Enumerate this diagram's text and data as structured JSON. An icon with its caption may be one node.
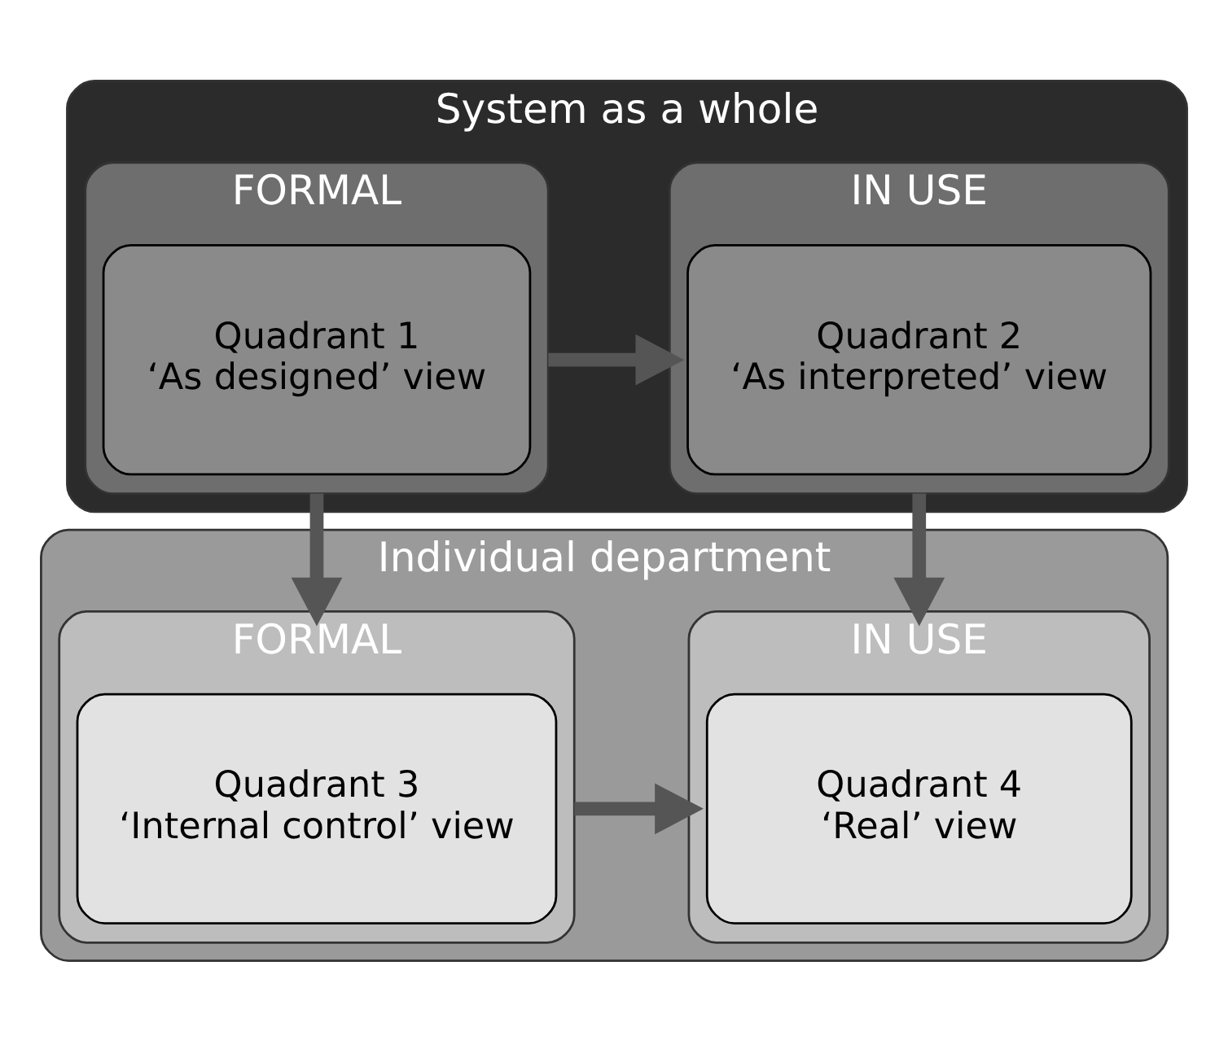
{
  "diagram": {
    "nodes": [
      {
        "text": [
          "System as a whole"
        ]
      },
      {
        "text": [
          "FORMAL"
        ],
        "in": 0
      },
      {
        "text": [
          "Quadrant 1",
          "‘As designed’ view"
        ],
        "in": 1
      },
      {
        "text": [
          "IN USE"
        ],
        "in": 0
      },
      {
        "text": [
          "Quadrant 2",
          "‘As interpreted’ view"
        ],
        "in": 3
      },
      {
        "text": [
          "Individual department"
        ]
      },
      {
        "text": [
          "FORMAL"
        ],
        "in": 5
      },
      {
        "text": [
          "Quadrant 3",
          "‘Internal control’ view"
        ],
        "in": 6
      },
      {
        "text": [
          "IN USE"
        ],
        "in": 5
      },
      {
        "text": [
          "Quadrant 4",
          "‘Real’ view"
        ],
        "in": 8
      }
    ],
    "edges": [
      {
        "from": 2,
        "to": 4,
        "arrow": "to"
      },
      {
        "from": 2,
        "to": 7,
        "arrow": "to"
      },
      {
        "from": 4,
        "to": 9,
        "arrow": "to"
      },
      {
        "from": 7,
        "to": 9,
        "arrow": "to"
      }
    ]
  }
}
